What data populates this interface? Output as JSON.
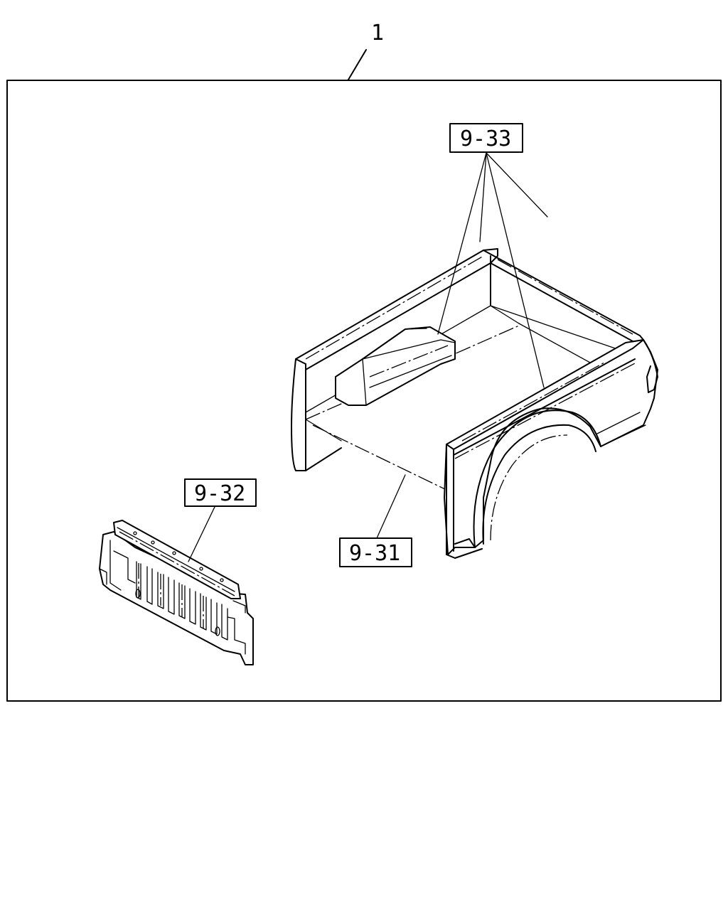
{
  "assembly": {
    "index": "1"
  },
  "callouts": {
    "bed_liner_rail": "9-33",
    "tailgate_liner": "9-32",
    "bed_liner": "9-31"
  }
}
